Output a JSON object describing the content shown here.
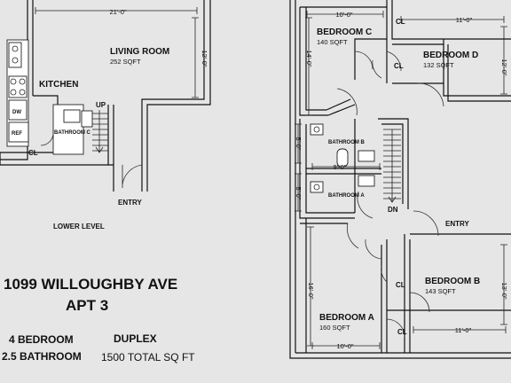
{
  "title": {
    "address": "1099 WILLOUGHBY AVE",
    "unit": "APT 3",
    "bedrooms": "4 BEDROOM",
    "bathrooms": "2.5 BATHROOM",
    "type": "DUPLEX",
    "area": "1500 TOTAL SQ FT"
  },
  "lower_level": {
    "label": "LOWER LEVEL",
    "living_room": {
      "name": "LIVING ROOM",
      "sqft": "252 SQFT",
      "width": "21'-0\"",
      "length": "12'-0\""
    },
    "kitchen": "KITCHEN",
    "dw": "DW",
    "ref": "REF",
    "bathroom_c": "BATHROOM C",
    "closet": "CL",
    "up": "UP",
    "entry": "ENTRY"
  },
  "upper_level": {
    "bedroom_c": {
      "name": "BEDROOM C",
      "sqft": "140 SQFT",
      "width": "10'-0\"",
      "length": "14'-0\""
    },
    "bedroom_d": {
      "name": "BEDROOM D",
      "sqft": "132 SQFT",
      "width": "11'-0\"",
      "length": "12'-0\""
    },
    "bedroom_a": {
      "name": "BEDROOM A",
      "sqft": "160 SQFT",
      "width": "10'-0\"",
      "length": "16'-0\""
    },
    "bedroom_b": {
      "name": "BEDROOM B",
      "sqft": "143 SQFT",
      "width": "11'-0\"",
      "length": "13'-0\""
    },
    "bathroom_b": {
      "name": "BATHROOM B",
      "depth": "5'-0\""
    },
    "bathroom_a": {
      "name": "BATHROOM A",
      "depth": "5'-0\""
    },
    "bath_width": "9'-0\"",
    "closet_c": "CL",
    "closet_d": "CL",
    "closet_b": "CL",
    "closet_a": "CL",
    "down": "DN",
    "entry": "ENTRY"
  }
}
